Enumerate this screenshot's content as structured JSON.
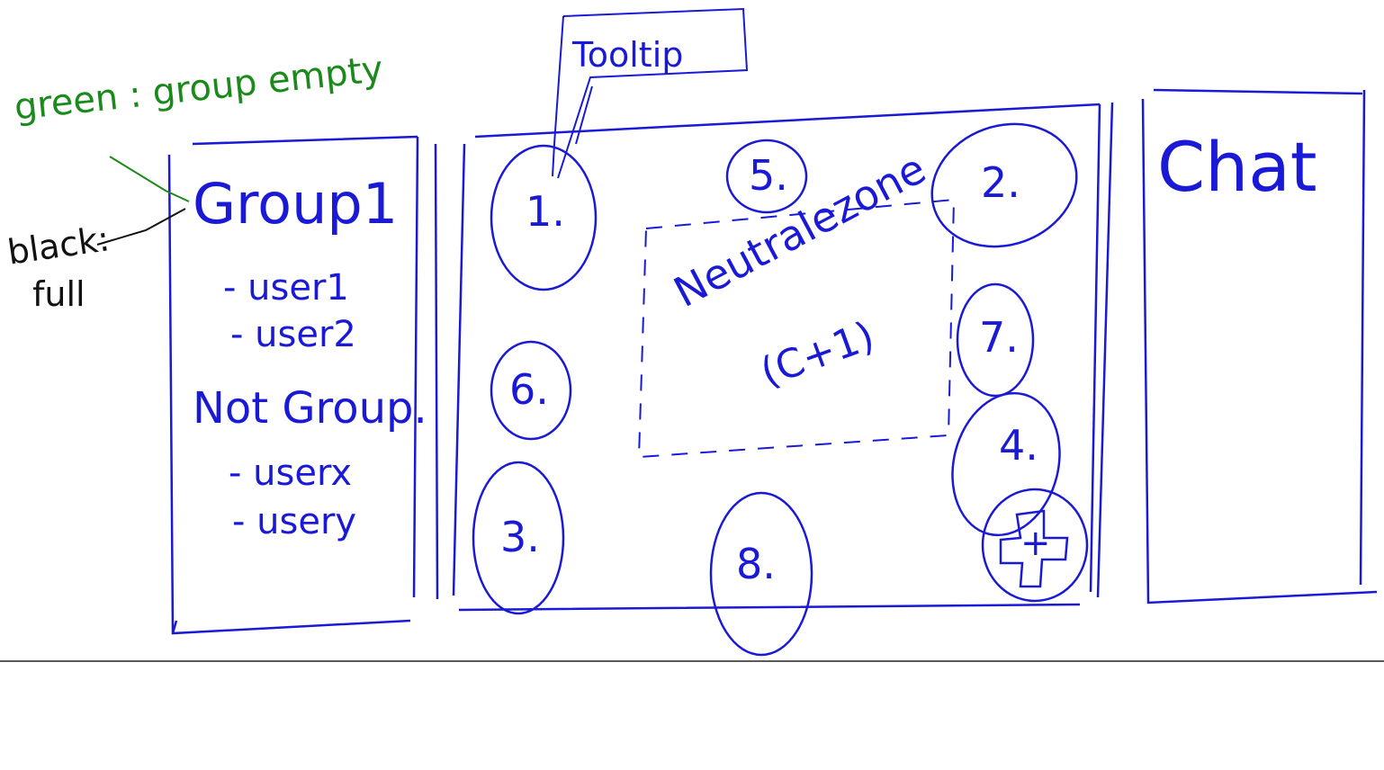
{
  "annotations": {
    "green_label": "green : group empty",
    "black_label_line1": "black:",
    "black_label_line2": "full"
  },
  "group_panel": {
    "group_title": "Group1",
    "group_users": [
      "- user1",
      "- user2"
    ],
    "no_group_title": "Not Group.",
    "no_group_users": [
      "- userx",
      "- usery"
    ]
  },
  "tooltip": {
    "label": "Tooltip"
  },
  "room": {
    "slots": [
      "1.",
      "5.",
      "2.",
      "6.",
      "7.",
      "4.",
      "3.",
      "8."
    ],
    "add_button_symbol": "+",
    "neutral_zone_label": "Neutralezone",
    "neutral_zone_sublabel": "(C+1)"
  },
  "chat_panel": {
    "label": "Chat"
  },
  "colors": {
    "blue": "#1a1ad6",
    "green": "#1a8a1a",
    "black": "#111111",
    "divider": "#222222"
  }
}
